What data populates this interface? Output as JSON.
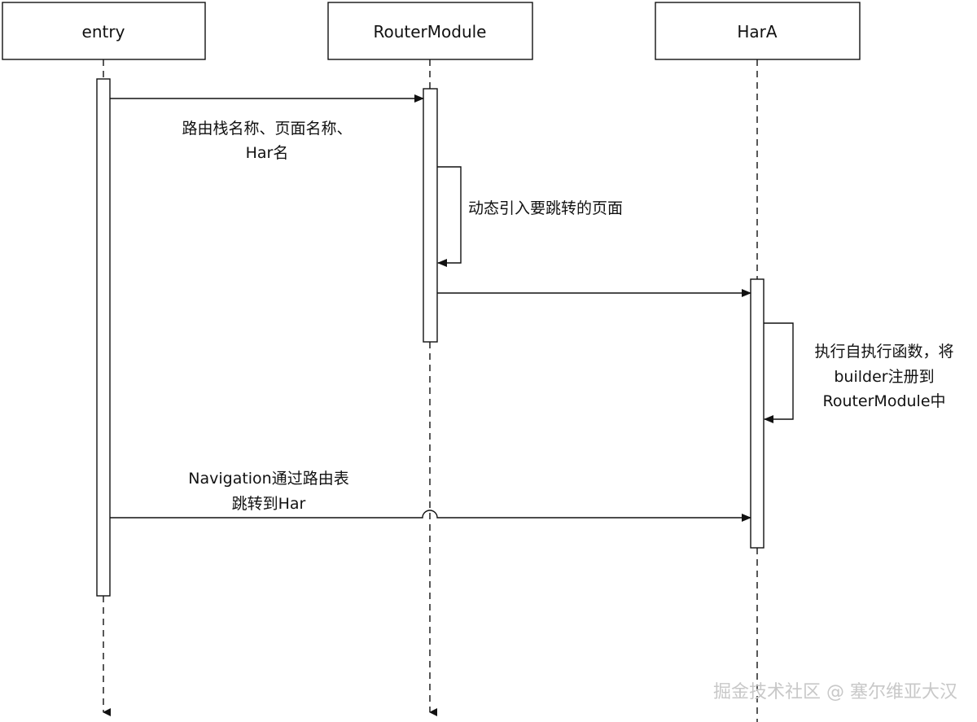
{
  "participants": [
    {
      "id": "entry",
      "label": "entry"
    },
    {
      "id": "router",
      "label": "RouterModule"
    },
    {
      "id": "hara",
      "label": "HarA"
    }
  ],
  "messages": {
    "m1": [
      "路由栈名称、页面名称、",
      "Har名"
    ],
    "m2": [
      "动态引入要跳转的页面"
    ],
    "m3": [
      "执行自执行函数，将",
      "builder注册到",
      "RouterModule中"
    ],
    "m4": [
      "Navigation通过路由表",
      "跳转到Har"
    ]
  },
  "watermark": "掘金技术社区 @ 塞尔维亚大汉",
  "colors": {
    "stroke": "#111111",
    "text": "#111111",
    "background": "#ffffff",
    "watermark": "#c8c8c8"
  }
}
